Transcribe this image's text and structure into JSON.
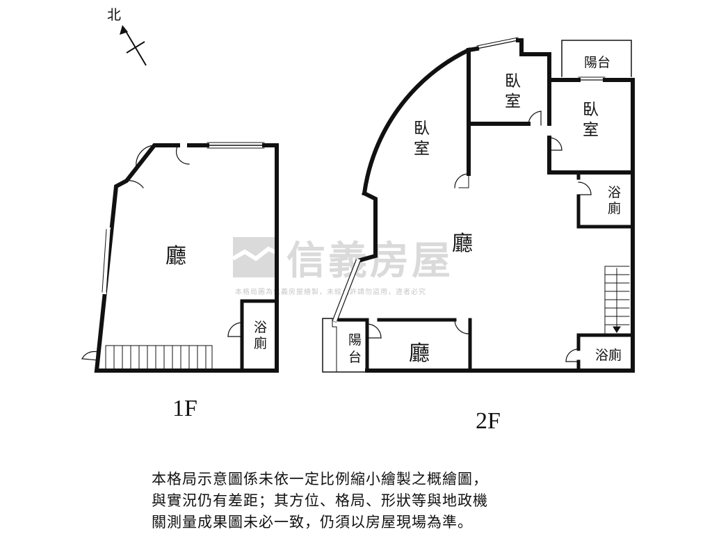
{
  "compass": {
    "label": "北"
  },
  "watermark": {
    "brand": "信義房屋",
    "notice": "本格局圖為信義房屋繪製，未經允許請勿盜用，違者必究"
  },
  "floor1": {
    "label": "1F",
    "rooms": {
      "hall": "廳",
      "bath_line1": "浴",
      "bath_line2": "廁"
    }
  },
  "floor2": {
    "label": "2F",
    "rooms": {
      "bedroom_left_line1": "臥",
      "bedroom_left_line2": "室",
      "bedroom_mid_line1": "臥",
      "bedroom_mid_line2": "室",
      "bedroom_right_line1": "臥",
      "bedroom_right_line2": "室",
      "balcony_top": "陽台",
      "bath_right_line1": "浴",
      "bath_right_line2": "廁",
      "hall_main": "廳",
      "balcony_left_line1": "陽",
      "balcony_left_line2": "台",
      "hall_lower": "廳",
      "bath_bottom": "浴廁"
    }
  },
  "disclaimer": {
    "line1": "本格局示意圖係未依一定比例縮小繪製之概繪圖，",
    "line2": "與實況仍有差距；其方位、格局、形狀等與地政機",
    "line3": "關測量成果圖未必一致，仍須以房屋現場為準。"
  }
}
